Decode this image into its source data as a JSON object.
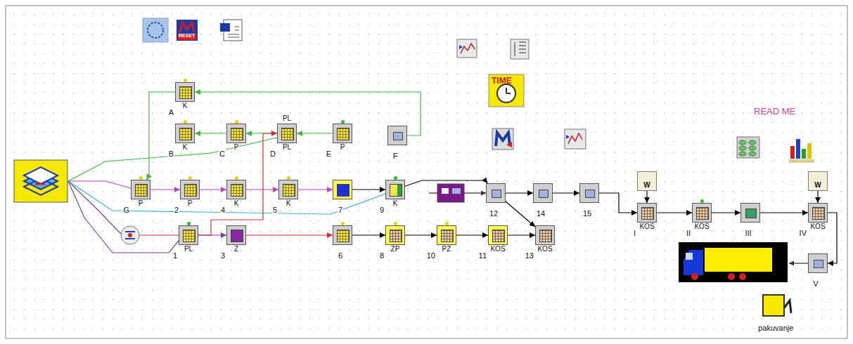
{
  "diagram": {
    "nodes": [
      {
        "text": [
          "K",
          "A"
        ]
      },
      {
        "text": [
          "K",
          "B"
        ]
      },
      {
        "text": [
          "P",
          "C"
        ]
      },
      {
        "text": [
          "PL",
          "PL",
          "D"
        ]
      },
      {
        "text": [
          "P",
          "E"
        ]
      },
      {
        "text": [
          "F"
        ]
      },
      {
        "text": [
          "P",
          "G"
        ]
      },
      {
        "text": [
          "P",
          "2"
        ]
      },
      {
        "text": [
          "K",
          "4"
        ]
      },
      {
        "text": [
          "K",
          "5"
        ]
      },
      {
        "text": [
          "7"
        ]
      },
      {
        "text": [
          "K",
          "9"
        ]
      },
      {
        "text": [
          "12"
        ]
      },
      {
        "text": [
          "14"
        ]
      },
      {
        "text": [
          "15"
        ]
      },
      {
        "text": [
          "W"
        ]
      },
      {
        "text": [
          "KOS",
          "I"
        ]
      },
      {
        "text": [
          "KOS",
          "II"
        ]
      },
      {
        "text": [
          "III"
        ]
      },
      {
        "text": [
          "W"
        ]
      },
      {
        "text": [
          "KOS",
          "IV"
        ]
      },
      {
        "text": [
          "PL",
          "1"
        ]
      },
      {
        "text": [
          "Z",
          "3"
        ]
      },
      {
        "text": [
          "6"
        ]
      },
      {
        "text": [
          "ZP",
          "8"
        ]
      },
      {
        "text": [
          "PZ",
          "10"
        ]
      },
      {
        "text": [
          "KOS",
          "11"
        ]
      },
      {
        "text": [
          "KOS",
          "13"
        ]
      },
      {
        "text": [
          "V"
        ]
      },
      {
        "text": [
          "pakuvanje"
        ]
      }
    ],
    "edges": [
      {
        "from": 5,
        "to": 0,
        "arrow": "to"
      },
      {
        "from": 4,
        "to": 3,
        "arrow": "to"
      },
      {
        "from": 3,
        "to": 2,
        "arrow": "to"
      },
      {
        "from": 2,
        "to": 1,
        "arrow": "to"
      },
      {
        "from": 0,
        "to": 6,
        "arrow": "to"
      },
      {
        "from": 6,
        "to": 7,
        "arrow": "to"
      },
      {
        "from": 7,
        "to": 8,
        "arrow": "to"
      },
      {
        "from": 8,
        "to": 9,
        "arrow": "to"
      },
      {
        "from": 9,
        "to": 10,
        "arrow": "to"
      },
      {
        "from": 10,
        "to": 11,
        "arrow": "to"
      },
      {
        "from": 11,
        "to": 12,
        "arrow": "to"
      },
      {
        "from": 12,
        "to": 13,
        "arrow": "to"
      },
      {
        "from": 13,
        "to": 14,
        "arrow": "to"
      },
      {
        "from": 14,
        "to": 16,
        "arrow": "to"
      },
      {
        "from": 15,
        "to": 16,
        "arrow": "to"
      },
      {
        "from": 16,
        "to": 17,
        "arrow": "to"
      },
      {
        "from": 17,
        "to": 18,
        "arrow": "to"
      },
      {
        "from": 18,
        "to": 20,
        "arrow": "to"
      },
      {
        "from": 19,
        "to": 20,
        "arrow": "to"
      },
      {
        "from": 20,
        "to": 28,
        "arrow": "to"
      },
      {
        "from": 21,
        "to": 22,
        "arrow": "to"
      },
      {
        "from": 21,
        "to": 3,
        "arrow": "to"
      },
      {
        "from": 23,
        "to": 24,
        "arrow": "to"
      },
      {
        "from": 24,
        "to": 25,
        "arrow": "to"
      },
      {
        "from": 25,
        "to": 26,
        "arrow": "to"
      },
      {
        "from": 26,
        "to": 27,
        "arrow": "to"
      },
      {
        "from": 12,
        "to": 27,
        "arrow": "to"
      },
      {
        "from": 22,
        "to": 23,
        "arrow": "to"
      }
    ],
    "labels": [
      "RESET",
      "TIME",
      "READ ME"
    ]
  }
}
